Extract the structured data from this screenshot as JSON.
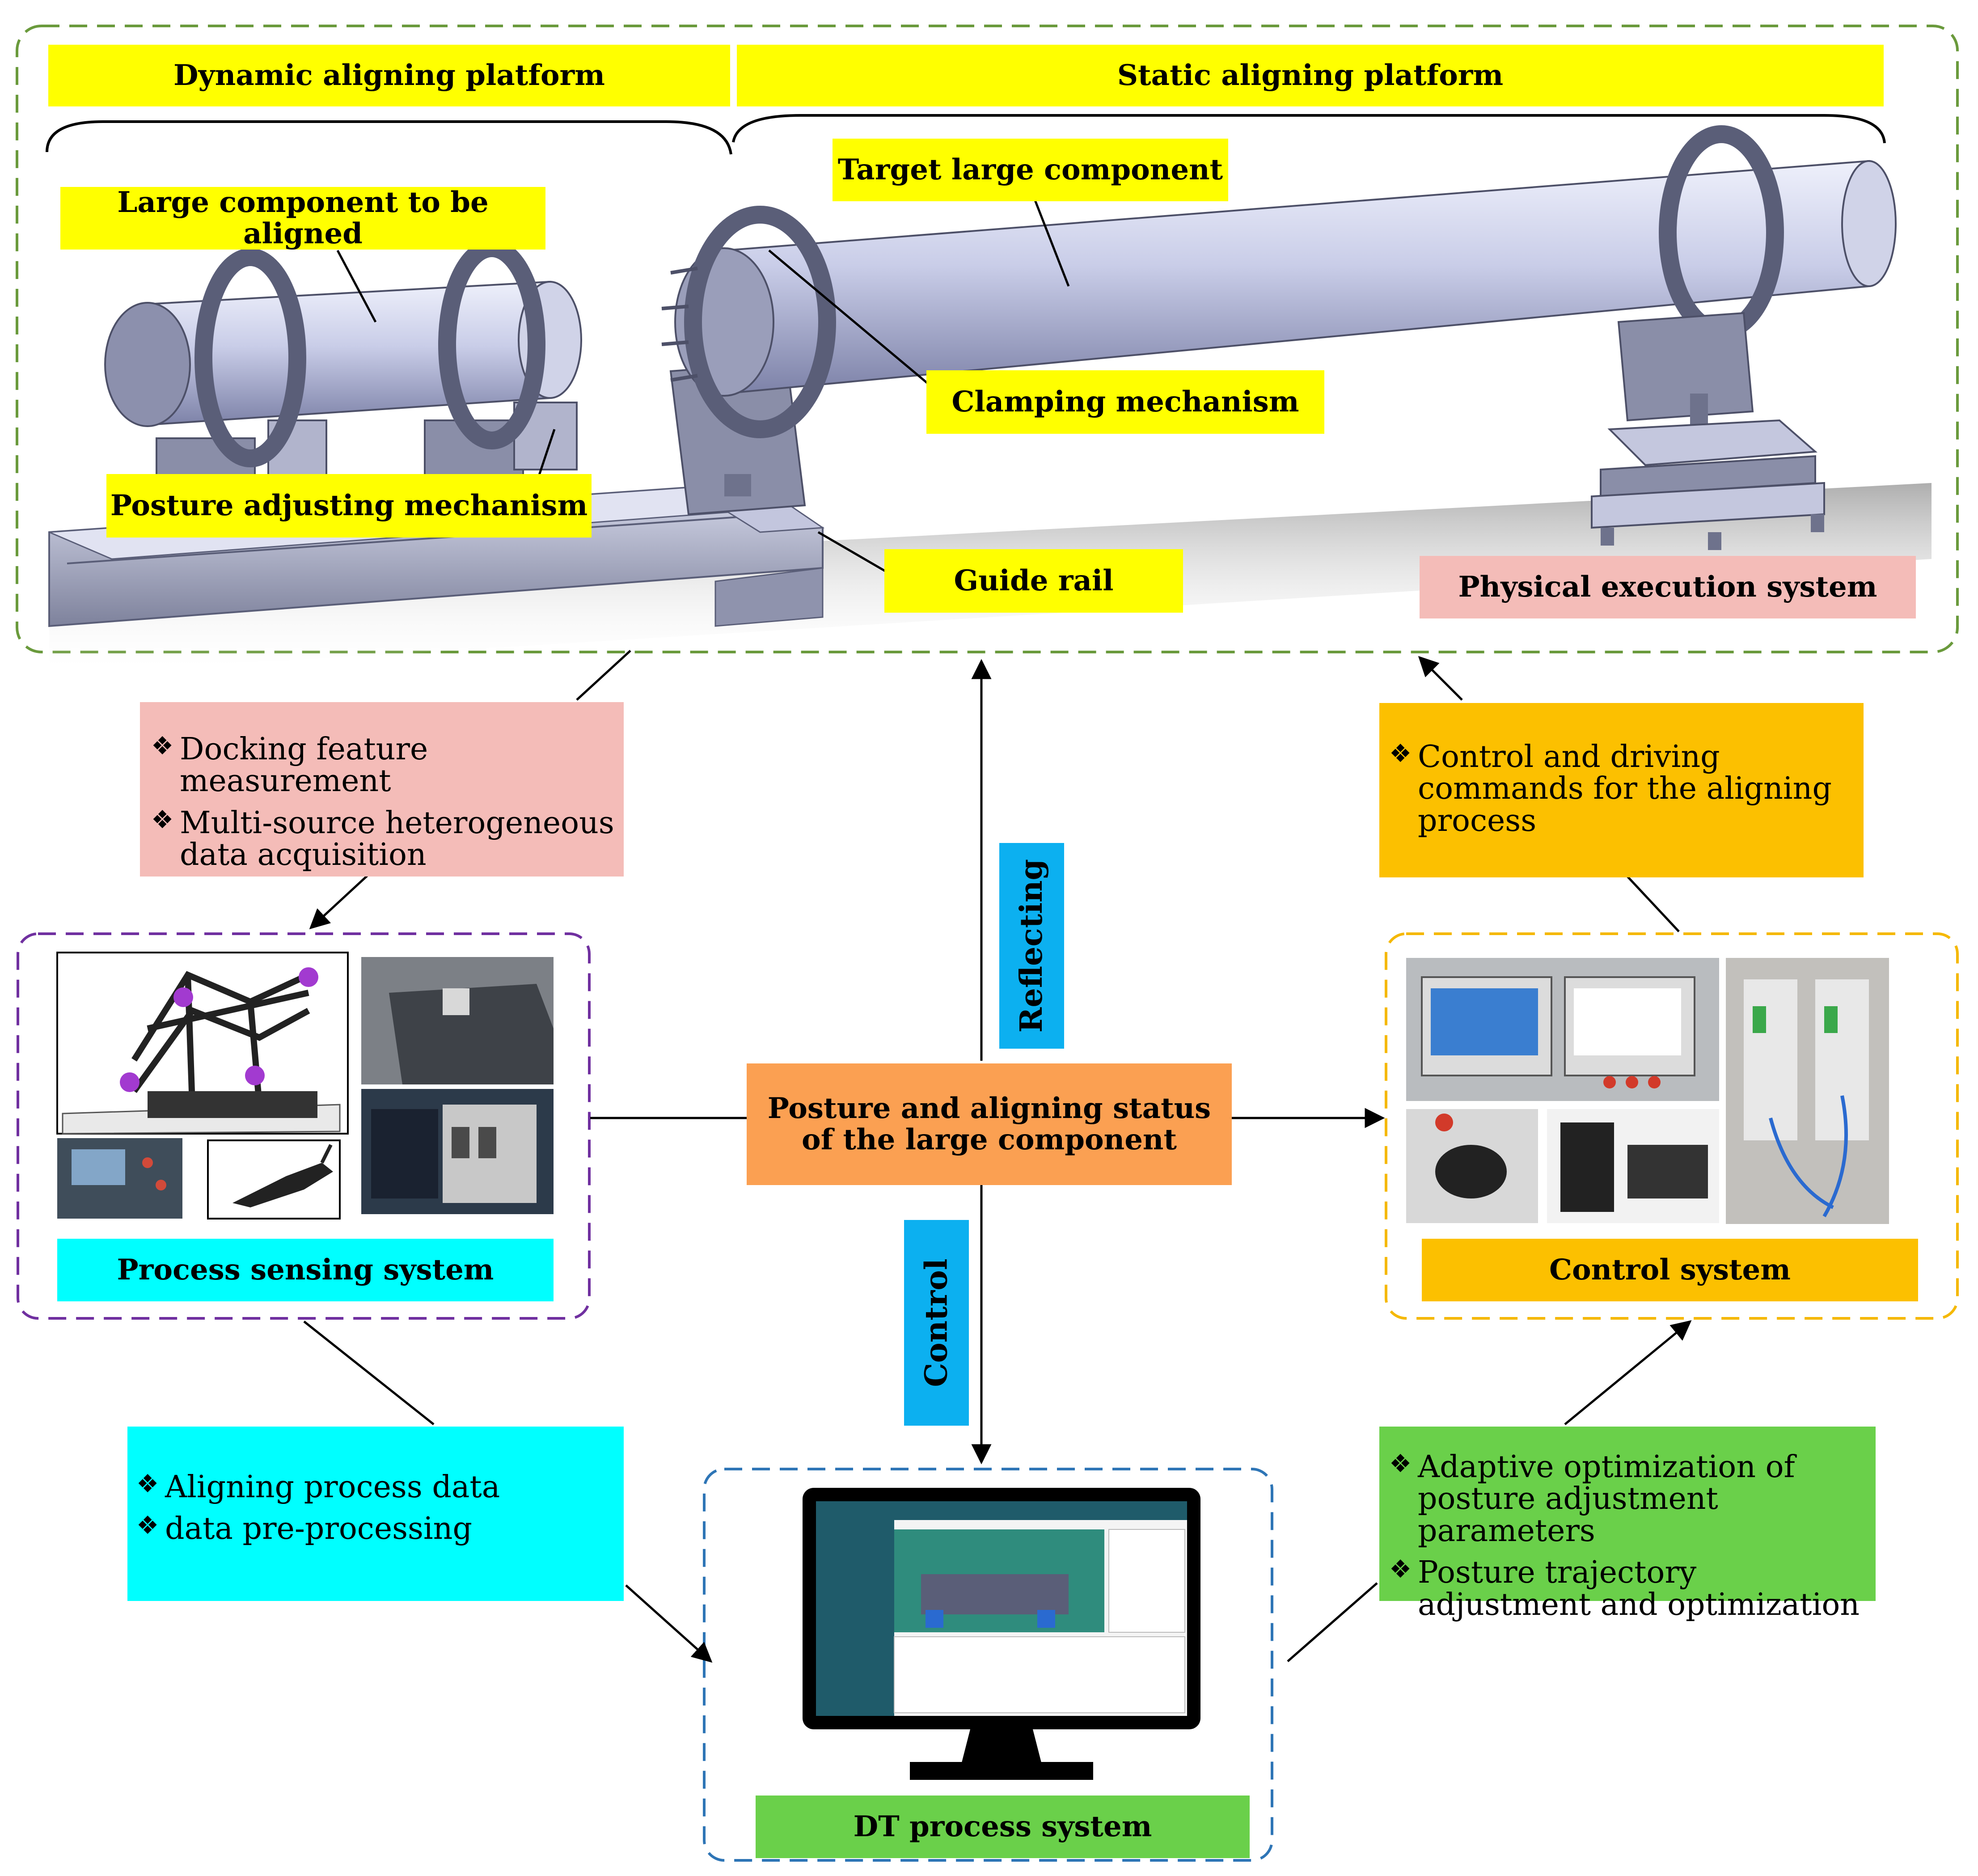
{
  "labels": {
    "dynamic_platform": "Dynamic aligning platform",
    "static_platform": "Static aligning platform",
    "target_component": "Target large component",
    "component_to_align": "Large component to be aligned",
    "clamping": "Clamping mechanism",
    "posture_adjusting": "Posture adjusting mechanism",
    "guide_rail": "Guide rail",
    "physical_system": "Physical execution system",
    "process_sensing": "Process sensing system",
    "control_system": "Control system",
    "dt_system": "DT process system",
    "center_status": "Posture and aligning status  of the large component",
    "reflecting": "Reflecting",
    "control": "Control"
  },
  "boxes": {
    "measurement": [
      "Docking feature measurement",
      "Multi-source heterogeneous data acquisition"
    ],
    "commands": [
      "Control and  driving commands for the aligning process"
    ],
    "process_data": [
      "Aligning process data",
      "data pre-processing"
    ],
    "optimization": [
      "Adaptive optimization of posture adjustment parameters",
      "Posture trajectory adjustment and optimization"
    ]
  },
  "colors": {
    "yellow": "#ffff00",
    "pink": "#f4bcb8",
    "orange": "#fcc000",
    "cyan": "#00ffff",
    "green": "#6ad04a",
    "status_orange": "#fba052",
    "blue": "#0cb0f0",
    "frame_green": "#6a9a3c",
    "frame_purple": "#7030a0",
    "frame_yellow": "#f5b800",
    "frame_blue": "#2e75b6"
  }
}
